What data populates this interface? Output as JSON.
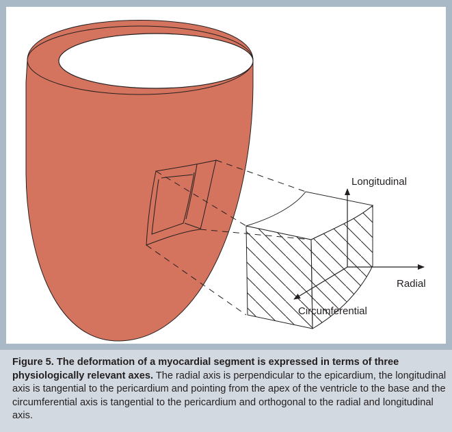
{
  "diagram": {
    "labels": {
      "longitudinal": "Longitudinal",
      "radial": "Radial",
      "circumferential": "Circumferential"
    },
    "colors": {
      "myocardium": "#d4735e",
      "outline": "#231f20",
      "frame": "#a9b9c6",
      "caption_background": "#d2d9e0"
    }
  },
  "caption": {
    "title": "Figure 5. The deformation of a myocardial segment is expressed in terms of three physiologically relevant axes.",
    "body": "The radial axis is perpendicular to the epicardium, the longitudinal axis is tangential to the pericardium and pointing from the apex of the ventricle to the base and the circumferential axis is tangential to the pericardium and orthogonal to the radial and longitudinal axis."
  }
}
